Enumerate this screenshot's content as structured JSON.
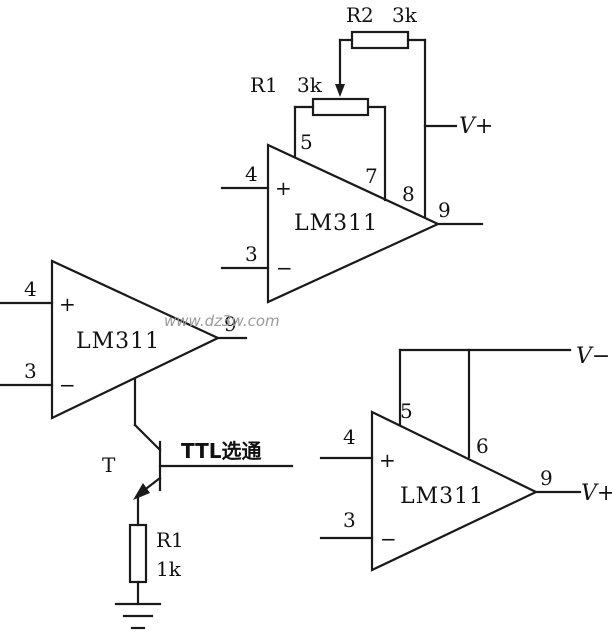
{
  "circuit_top": {
    "r1_label": "R1",
    "r1_value": "3k",
    "r2_label": "R2",
    "r2_value": "3k",
    "pin_5": "5",
    "pin_7": "7",
    "pin_8": "8",
    "pin_9": "9",
    "pin_4": "4",
    "pin_3": "3",
    "plus": "+",
    "minus": "−",
    "chip": "LM311",
    "supply": "V+"
  },
  "circuit_left": {
    "pin_4": "4",
    "pin_3": "3",
    "pin_9": "9",
    "plus": "+",
    "minus": "−",
    "chip": "LM311",
    "transistor_label": "T",
    "ttl_label": "TTL选通",
    "r1_label": "R1",
    "r1_value": "1k"
  },
  "circuit_right": {
    "pin_5": "5",
    "pin_6": "6",
    "pin_4": "4",
    "pin_3": "3",
    "pin_9": "9",
    "plus": "+",
    "minus": "−",
    "chip": "LM311",
    "supply_neg": "V−",
    "supply_pos": "V+"
  },
  "watermark": "www.dz3w.com"
}
